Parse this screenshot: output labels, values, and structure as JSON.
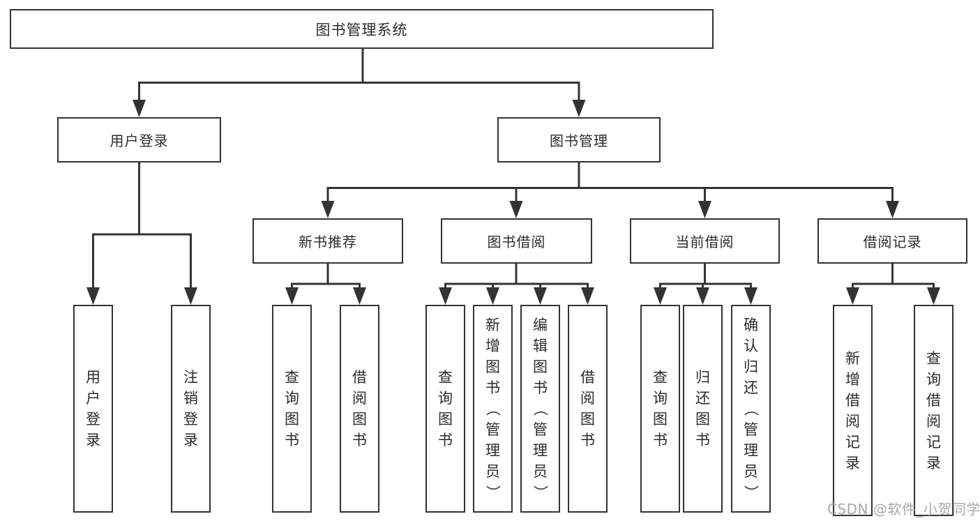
{
  "diagram": {
    "title": "图书管理系统",
    "colors": {
      "line": "#333333",
      "text": "#2b2b2b",
      "box_bg": "#ffffff",
      "watermark": "#a8a8a8"
    },
    "root": {
      "label": "图书管理系统"
    },
    "level2": [
      {
        "label": "用户登录"
      },
      {
        "label": "图书管理"
      }
    ],
    "level3": [
      {
        "label": "新书推荐",
        "parent": "图书管理"
      },
      {
        "label": "图书借阅",
        "parent": "图书管理"
      },
      {
        "label": "当前借阅",
        "parent": "图书管理"
      },
      {
        "label": "借阅记录",
        "parent": "图书管理"
      }
    ],
    "leaves": [
      {
        "label": "用户登录",
        "parent": "用户登录"
      },
      {
        "label": "注销登录",
        "parent": "用户登录"
      },
      {
        "label": "查询图书",
        "parent": "新书推荐"
      },
      {
        "label": "借阅图书",
        "parent": "新书推荐"
      },
      {
        "label": "查询图书",
        "parent": "图书借阅"
      },
      {
        "label": "新增图书（管理员）",
        "parent": "图书借阅"
      },
      {
        "label": "编辑图书（管理员）",
        "parent": "图书借阅"
      },
      {
        "label": "借阅图书",
        "parent": "图书借阅"
      },
      {
        "label": "查询图书",
        "parent": "当前借阅"
      },
      {
        "label": "归还图书",
        "parent": "当前借阅"
      },
      {
        "label": "确认归还（管理员）",
        "parent": "当前借阅"
      },
      {
        "label": "新增借阅记录",
        "parent": "借阅记录"
      },
      {
        "label": "查询借阅记录",
        "parent": "借阅记录"
      }
    ]
  },
  "watermark": {
    "text": "CSDN @软件_小贺同学"
  }
}
